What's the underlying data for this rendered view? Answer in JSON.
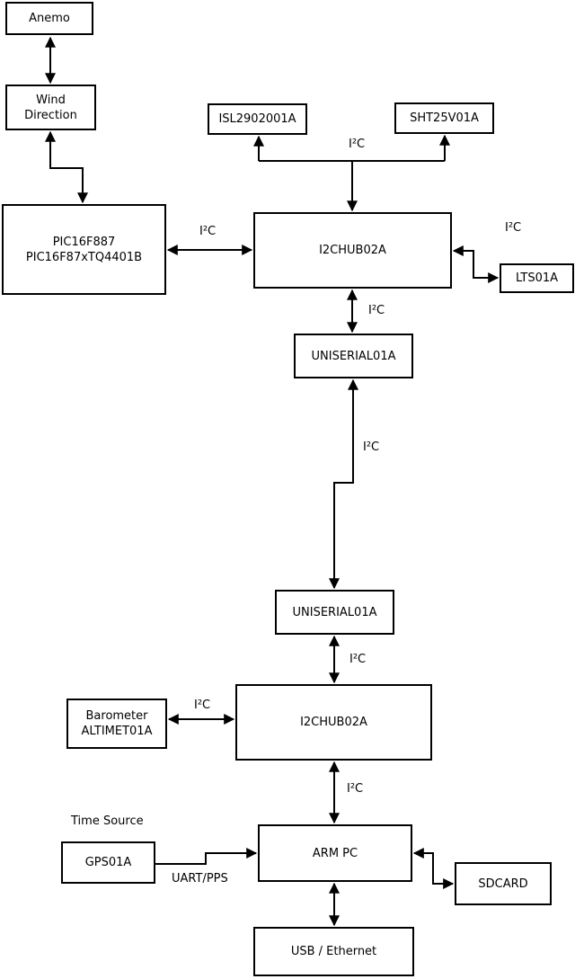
{
  "colors": {
    "background": "#ffffff",
    "line": "#000000",
    "box_fill": "#ffffff",
    "box_border": "#000000"
  },
  "nodes": {
    "anemo": {
      "label": "Anemo"
    },
    "wind_direction": {
      "label": "Wind\nDirection"
    },
    "pic": {
      "label": "PIC16F887\nPIC16F87xTQ4401B"
    },
    "isl": {
      "label": "ISL2902001A"
    },
    "sht": {
      "label": "SHT25V01A"
    },
    "i2chub_top": {
      "label": "I2CHUB02A"
    },
    "lts": {
      "label": "LTS01A"
    },
    "uniserial_upper": {
      "label": "UNISERIAL01A"
    },
    "uniserial_lower": {
      "label": "UNISERIAL01A"
    },
    "i2chub_bottom": {
      "label": "I2CHUB02A"
    },
    "barometer": {
      "label": "Barometer\nALTIMET01A"
    },
    "arm_pc": {
      "label": "ARM PC"
    },
    "gps": {
      "label": "GPS01A"
    },
    "sdcard": {
      "label": "SDCARD"
    },
    "usb_ethernet": {
      "label": "USB / Ethernet"
    }
  },
  "bus_labels": {
    "pic_hub": "I²C",
    "sensor_bus": "I²C",
    "lts_link": "I²C",
    "hub_uniserial": "I²C",
    "uniserial_link": "I²C",
    "uniserial_hub2": "I²C",
    "barometer_link": "I²C",
    "hub2_arm": "I²C",
    "gps_arm": "UART/PPS",
    "time_source": "Time Source"
  }
}
